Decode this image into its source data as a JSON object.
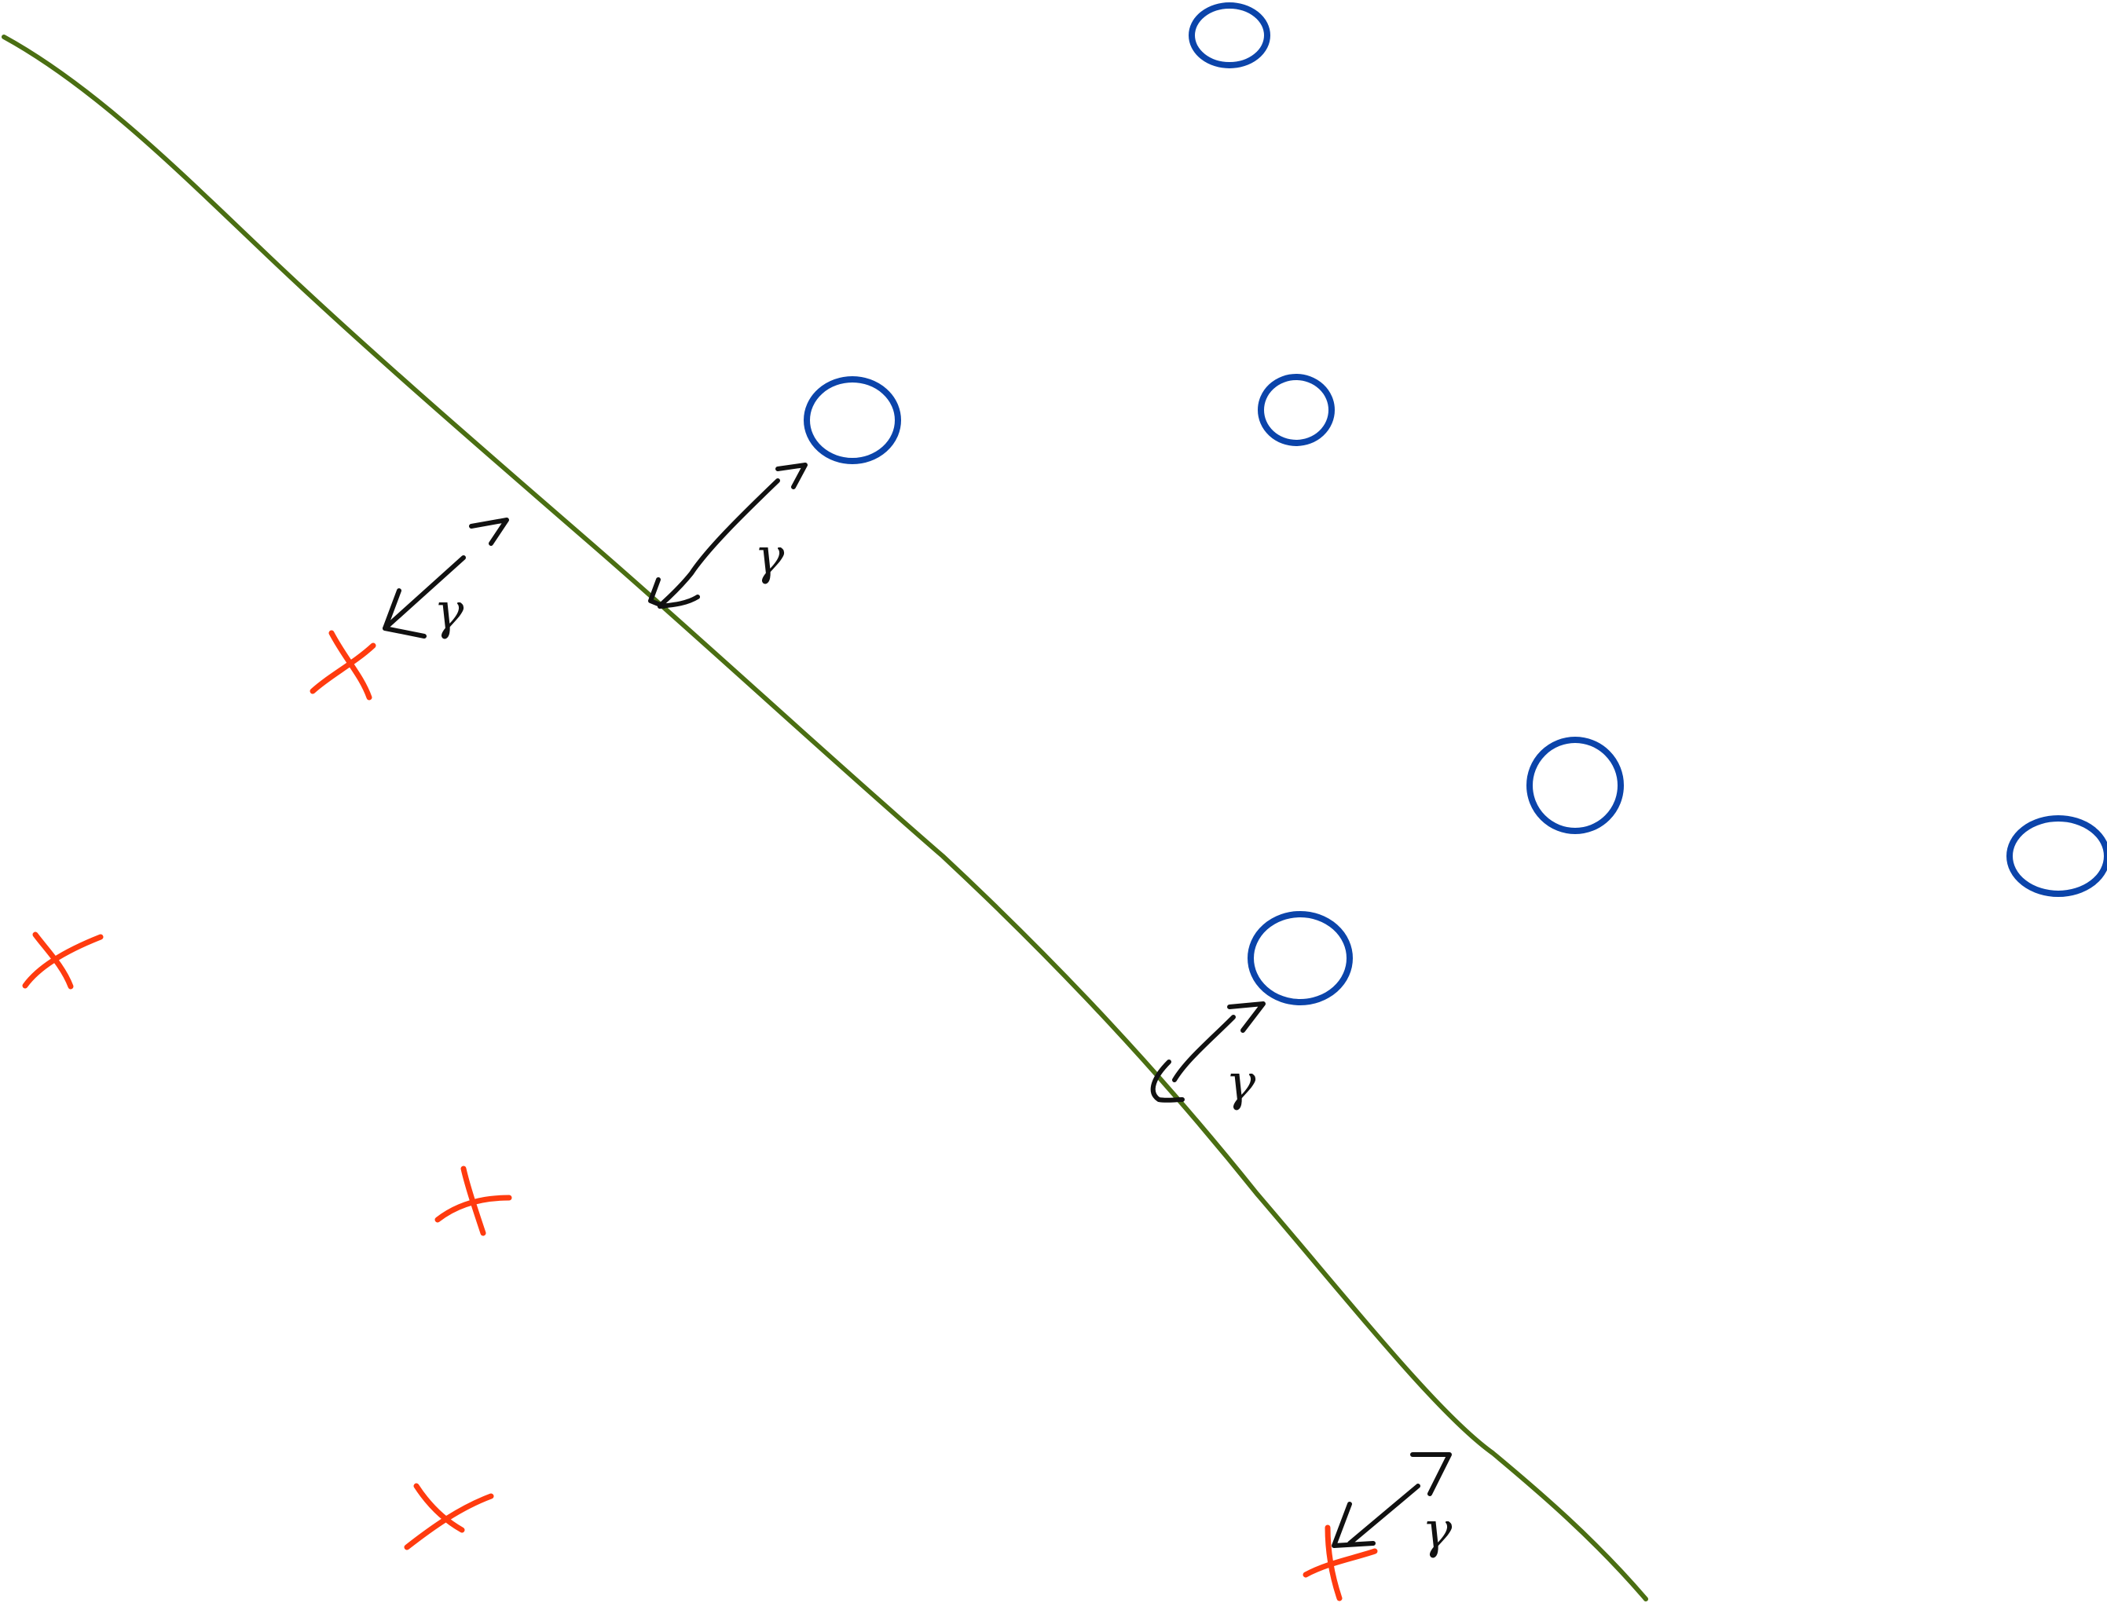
{
  "colors": {
    "boundary": "#4a6e12",
    "negative_class": "#ff3b0f",
    "positive_class": "#0b44aa",
    "annotation": "#111111"
  },
  "icons": {
    "negative_marker": "cross-icon",
    "positive_marker": "circle-icon",
    "margin_marker": "double-arrow-icon"
  },
  "margin_label": "γ",
  "margin_labels": [
    "γ",
    "γ",
    "γ",
    "γ"
  ]
}
